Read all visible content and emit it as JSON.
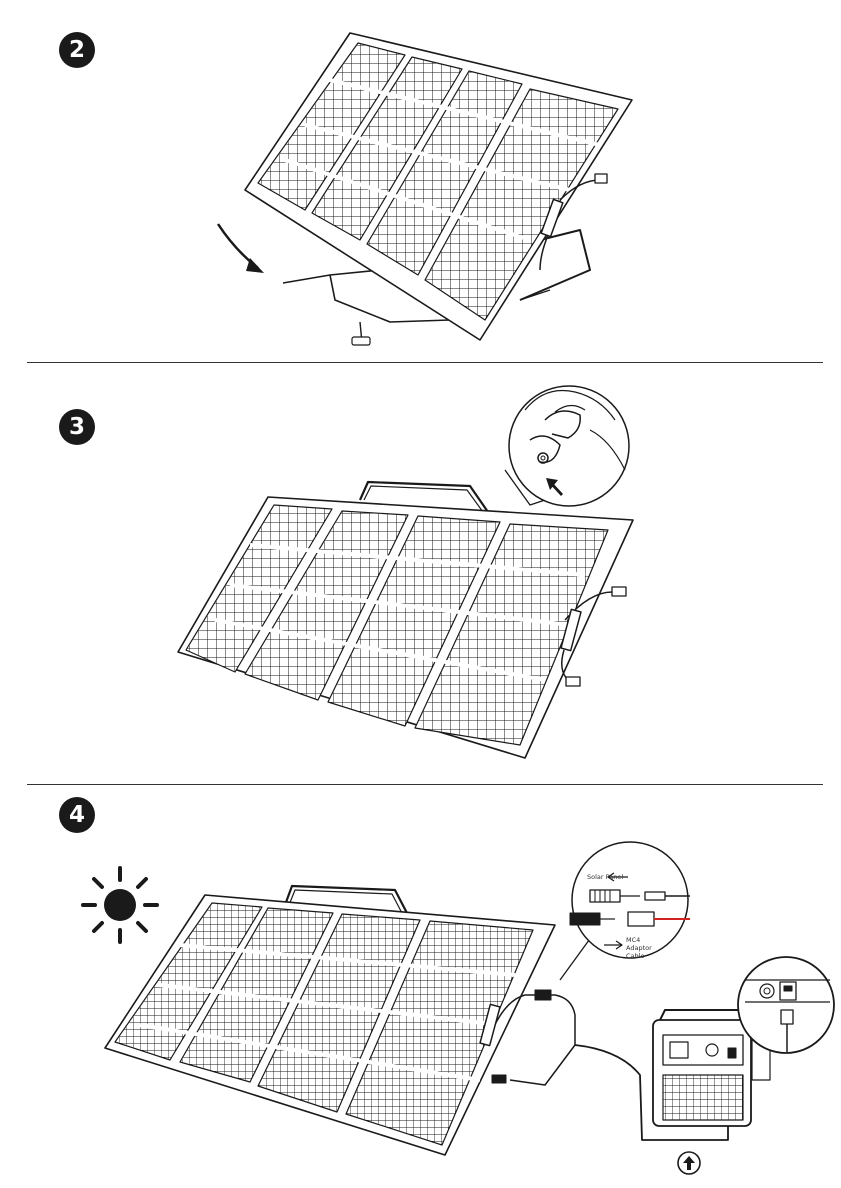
{
  "steps": [
    {
      "number": "2"
    },
    {
      "number": "3"
    },
    {
      "number": "4"
    }
  ],
  "callouts": {
    "connector": {
      "solar_panel_label": "Solar Panel",
      "adaptor_line1": "MC4",
      "adaptor_line2": "Adaptor",
      "adaptor_line3": "Cable"
    }
  },
  "icons": {
    "sun": "sun-icon",
    "arrow": "upload-arrow-icon"
  },
  "colors": {
    "ink": "#1a1a1a",
    "cable_red": "#d2231e"
  }
}
